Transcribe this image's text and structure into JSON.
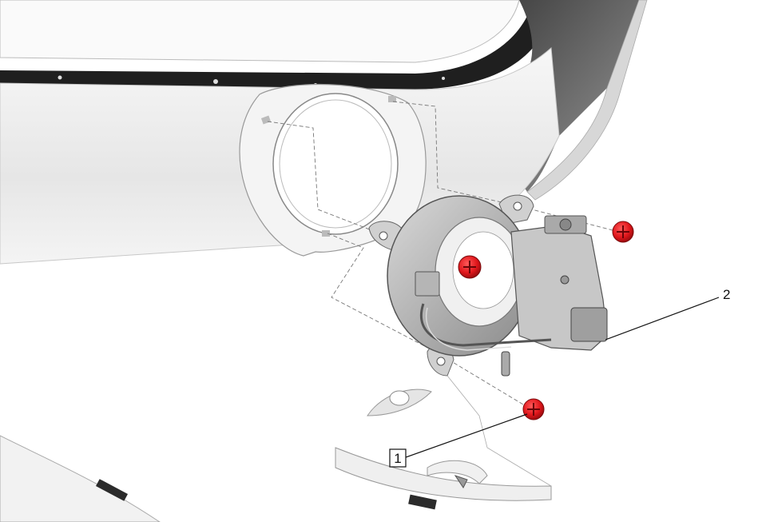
{
  "callouts": [
    {
      "id": "1",
      "label": "1",
      "boxed": true,
      "part": "fastener"
    },
    {
      "id": "2",
      "label": "2",
      "boxed": false,
      "part": "fog-lamp-assembly"
    }
  ],
  "colors": {
    "fastener": "#e0161b",
    "fastener_dark": "#9b0b0e",
    "panel_fill": "#ececec",
    "panel_shadow": "#cfcfcf",
    "panel_dark": "#2e2e2e",
    "lamp_fill": "#bdbdbd",
    "lamp_dark": "#6f6f6f",
    "line": "#555555"
  },
  "icons": {
    "fastener": "push-clip-icon"
  }
}
